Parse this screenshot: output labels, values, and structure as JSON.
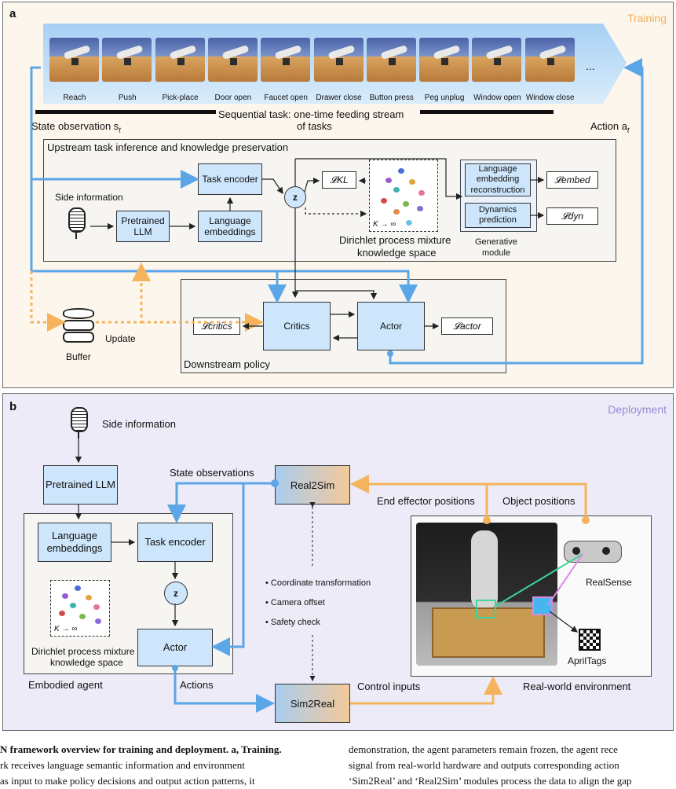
{
  "panel_a": {
    "label": "a",
    "tag": "Training",
    "tasks": [
      "Reach",
      "Push",
      "Pick-place",
      "Door open",
      "Faucet open",
      "Drawer close",
      "Button press",
      "Peg unplug",
      "Window open",
      "Window close"
    ],
    "ellipsis": "...",
    "sequential_task": "Sequential task: one-time feeding stream",
    "sequential_task_2": "of tasks",
    "state_observation": "State observation s",
    "state_sub": "t",
    "action": "Action a",
    "action_sub": "t",
    "upstream_title": "Upstream task inference and knowledge preservation",
    "side_information": "Side information",
    "pretrained_llm": "Pretrained LLM",
    "language_embeddings": "Language embeddings",
    "task_encoder": "Task encoder",
    "z": "z",
    "loss_kl": "𝓛KL",
    "k_inf": "K → ∞",
    "dp_label": "Dirichlet process mixture",
    "dp_label_2": "knowledge space",
    "lang_recon": "Language embedding reconstruction",
    "dyn_pred": "Dynamics prediction",
    "loss_embed": "𝓛embed",
    "loss_dyn": "𝓛dyn",
    "generative_module": "Generative",
    "generative_module_2": "module",
    "buffer": "Buffer",
    "update": "Update",
    "critics": "Critics",
    "actor": "Actor",
    "loss_critics": "𝓛critics",
    "loss_actor": "𝓛actor",
    "downstream_policy": "Downstream policy"
  },
  "panel_b": {
    "label": "b",
    "tag": "Deployment",
    "side_information": "Side information",
    "pretrained_llm": "Pretrained LLM",
    "state_observations": "State observations",
    "real2sim": "Real2Sim",
    "end_effector_positions": "End effector positions",
    "object_positions": "Object positions",
    "language_embeddings": "Language embeddings",
    "task_encoder": "Task encoder",
    "z": "z",
    "k_inf": "K → ∞",
    "dp_label": "Dirichlet process mixture",
    "dp_label_2": "knowledge space",
    "actor": "Actor",
    "embodied_agent": "Embodied agent",
    "actions": "Actions",
    "bullets": [
      "Coordinate transformation",
      "Camera offset",
      "Safety check"
    ],
    "realsense": "RealSense",
    "apriltags": "AprilTags",
    "sim2real": "Sim2Real",
    "control_inputs": "Control inputs",
    "real_world": "Real-world environment"
  },
  "caption": {
    "left_1": "N framework overview for training and deployment. a, Training.",
    "left_2": "rk receives language semantic information and environment",
    "left_3": " as input to make policy decisions and output action patterns, it",
    "right_1": "demonstration, the agent parameters remain frozen, the agent rece",
    "right_2": "signal from real-world hardware and outputs corresponding action",
    "right_3": "‘Sim2Real’ and ‘Real2Sim’ modules process the data to align the gap"
  },
  "colors": {
    "blue_arrow": "#5aa6e6",
    "orange_arrow": "#f5b45c",
    "box_fill": "#cde6fb",
    "training_tag": "#f0b05a",
    "deployment_tag": "#9a8ad6"
  }
}
